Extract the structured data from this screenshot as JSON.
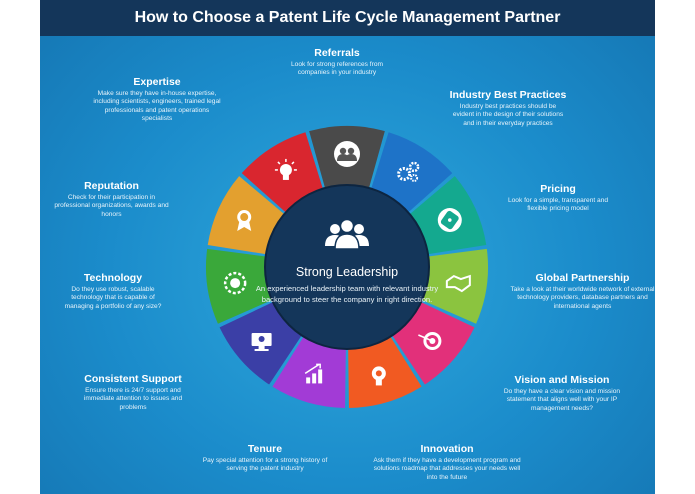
{
  "title": "How to Choose a Patent Life Cycle Management Partner",
  "center": {
    "title": "Strong Leadership",
    "description": "An experienced leadership team with relevant industry background to steer the company in right direction.",
    "icon": "team-icon"
  },
  "segments": [
    {
      "title": "Referrals",
      "description": "Look for strong references from companies in your industry",
      "color": "#4a4a4a",
      "icon": "people-icon"
    },
    {
      "title": "Industry Best Practices",
      "description": "Industry best practices should be evident in the design of their solutions and in their everyday practices",
      "color": "#1e73c8",
      "icon": "gears-icon"
    },
    {
      "title": "Pricing",
      "description": "Look for a simple, transparent and flexible pricing model",
      "color": "#14a98f",
      "icon": "price-tag-icon"
    },
    {
      "title": "Global Partnership",
      "description": "Take a look at their worldwide network of external technology providers, database partners and international agents",
      "color": "#8bc43f",
      "icon": "handshake-icon"
    },
    {
      "title": "Vision and Mission",
      "description": "Do they have a clear vision and mission statement that aligns well with your IP management needs?",
      "color": "#e2307a",
      "icon": "target-icon"
    },
    {
      "title": "Innovation",
      "description": "Ask them if they have a development program and solutions roadmap that addresses your needs well into the future",
      "color": "#f15a22",
      "icon": "head-idea-icon"
    },
    {
      "title": "Tenure",
      "description": "Pay special attention for a strong history of serving the patent industry",
      "color": "#a23bd6",
      "icon": "growth-chart-icon"
    },
    {
      "title": "Consistent Support",
      "description": "Ensure there is 24/7 support and immediate attention to issues and problems",
      "color": "#3b3fa6",
      "icon": "support-monitor-icon"
    },
    {
      "title": "Technology",
      "description": "Do they use robust, scalable technology that is capable of managing a portfolio of any size?",
      "color": "#3aa83a",
      "icon": "chip-icon"
    },
    {
      "title": "Reputation",
      "description": "Check for their participation in professional organizations, awards and honors",
      "color": "#e3a02f",
      "icon": "award-icon"
    },
    {
      "title": "Expertise",
      "description": "Make sure they have in-house expertise, including scientists, engineers, trained legal professionals and patent operations specialists",
      "color": "#d9262f",
      "icon": "lightbulb-icon"
    }
  ]
}
